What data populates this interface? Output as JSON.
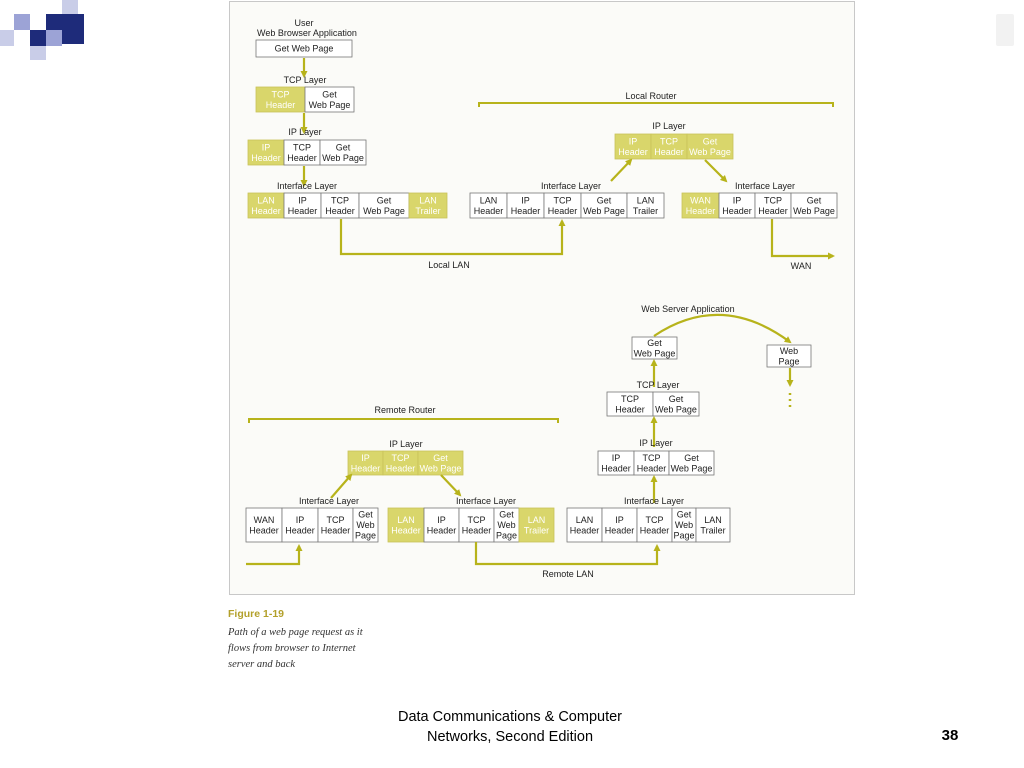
{
  "colors": {
    "highlight": "#d9d66b",
    "arrow": "#b7b31b",
    "logo_dark": "#1e2b7a",
    "logo_light": "#9ca3d6"
  },
  "diagram": {
    "user_label": "User",
    "web_browser_app": "Web Browser Application",
    "get_web_page": "Get Web Page",
    "tcp_layer": "TCP Layer",
    "ip_layer": "IP Layer",
    "interface_layer": "Interface Layer",
    "local_router": "Local Router",
    "remote_router": "Remote Router",
    "local_lan": "Local LAN",
    "remote_lan": "Remote LAN",
    "wan": "WAN",
    "web_server_app": "Web Server Application",
    "fields": {
      "tcp": [
        "TCP",
        "Header"
      ],
      "ip": [
        "IP",
        "Header"
      ],
      "lan_header": [
        "LAN",
        "Header"
      ],
      "lan_trailer": [
        "LAN",
        "Trailer"
      ],
      "wan_header": [
        "WAN",
        "Header"
      ],
      "get_web_page": [
        "Get",
        "Web Page"
      ],
      "web_page": [
        "Web",
        "Page"
      ],
      "get_web_page_3": [
        "Get",
        "Web",
        "Page"
      ]
    }
  },
  "caption": {
    "title": "Figure 1-19",
    "text": "Path of a web page request as it flows from browser to Internet server and back"
  },
  "footer": {
    "line1": "Data Communications & Computer",
    "line2": "Networks, Second Edition",
    "page": "38"
  }
}
